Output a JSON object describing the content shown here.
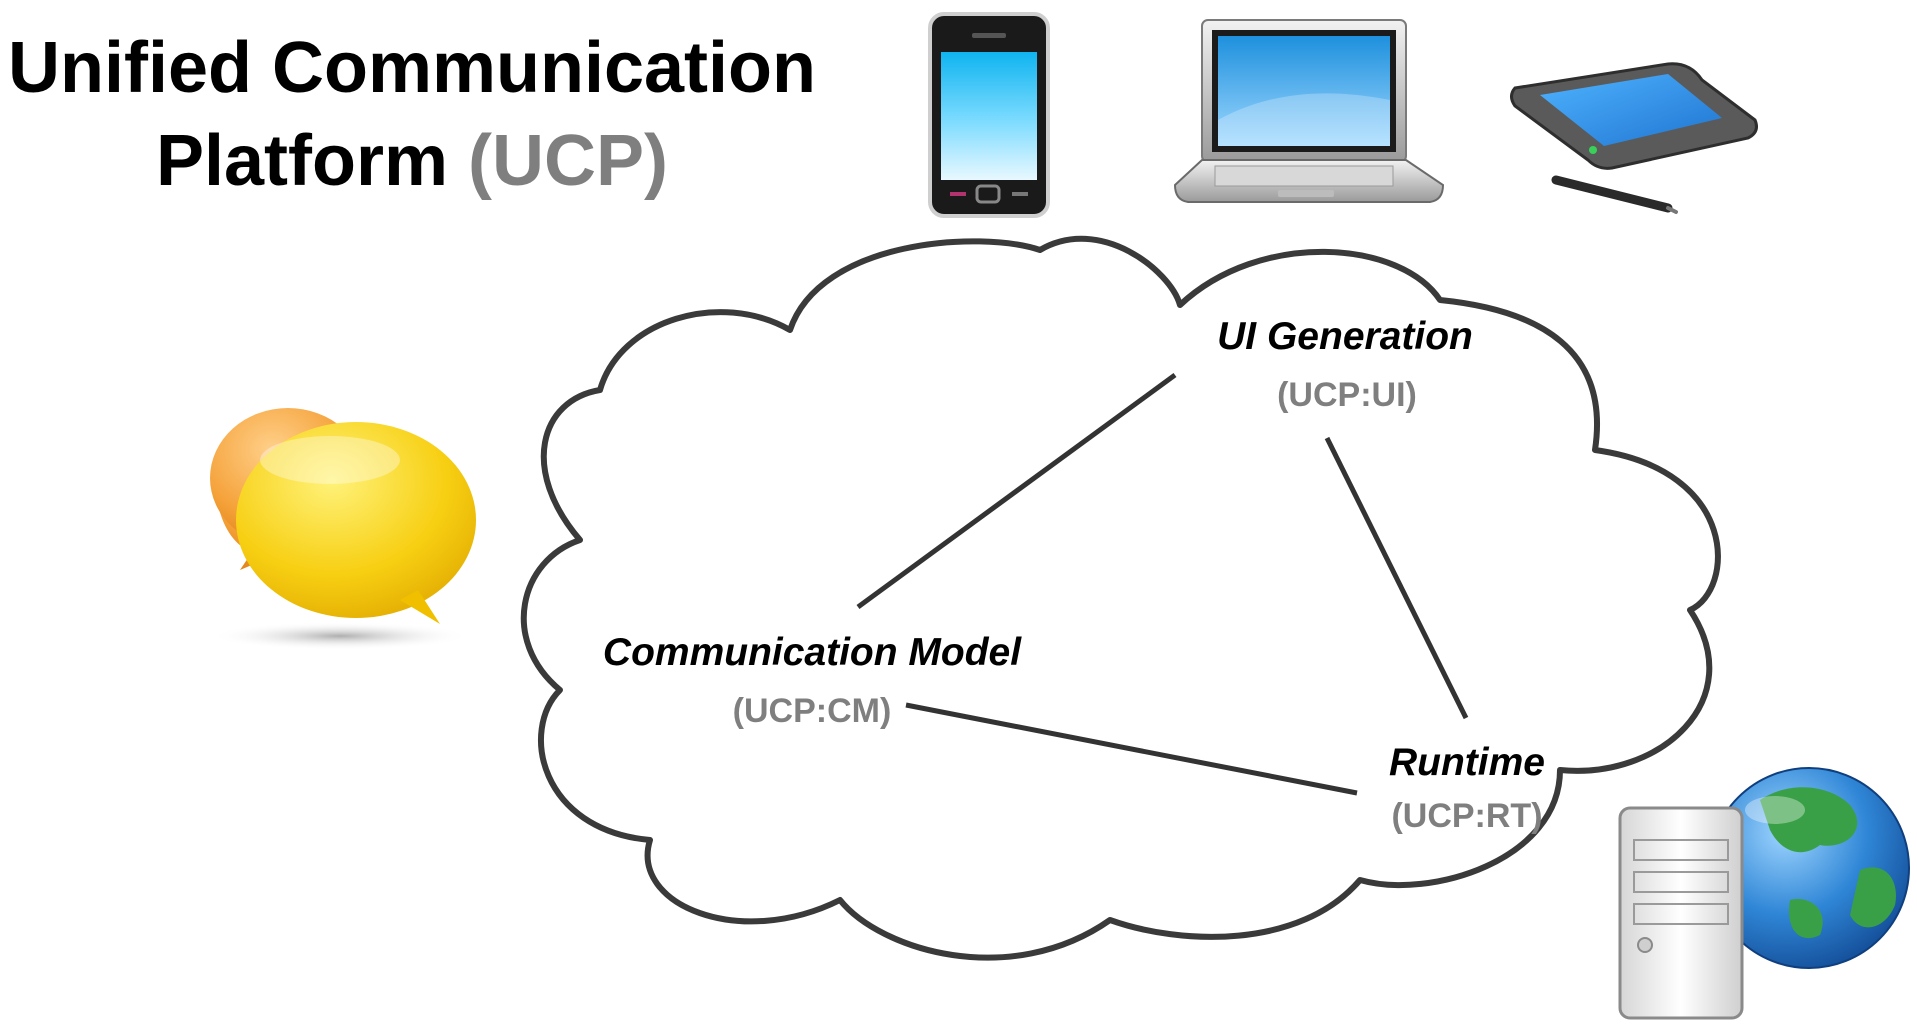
{
  "title": {
    "line1": "Unified Communication",
    "line2_main": "Platform ",
    "line2_accent": "(UCP)"
  },
  "nodes": {
    "ui": {
      "title": "UI Generation",
      "subtitle": "(UCP:UI)"
    },
    "cm": {
      "title": "Communication Model",
      "subtitle": "(UCP:CM)"
    },
    "rt": {
      "title": "Runtime",
      "subtitle": "(UCP:RT)"
    }
  },
  "icons": {
    "devices": [
      "smartphone-icon",
      "laptop-icon",
      "tablet-icon"
    ],
    "chat": "chat-bubbles-icon",
    "server": "server-globe-icon"
  },
  "colors": {
    "accent_gray": "#7f7f7f",
    "cloud_outline": "#3a3a3a",
    "chat_yellow": "#f7c200",
    "chat_orange": "#f0a030",
    "screen_blue": "#3aa8e8",
    "globe_blue": "#1f6fc0",
    "globe_green": "#3aa047"
  }
}
